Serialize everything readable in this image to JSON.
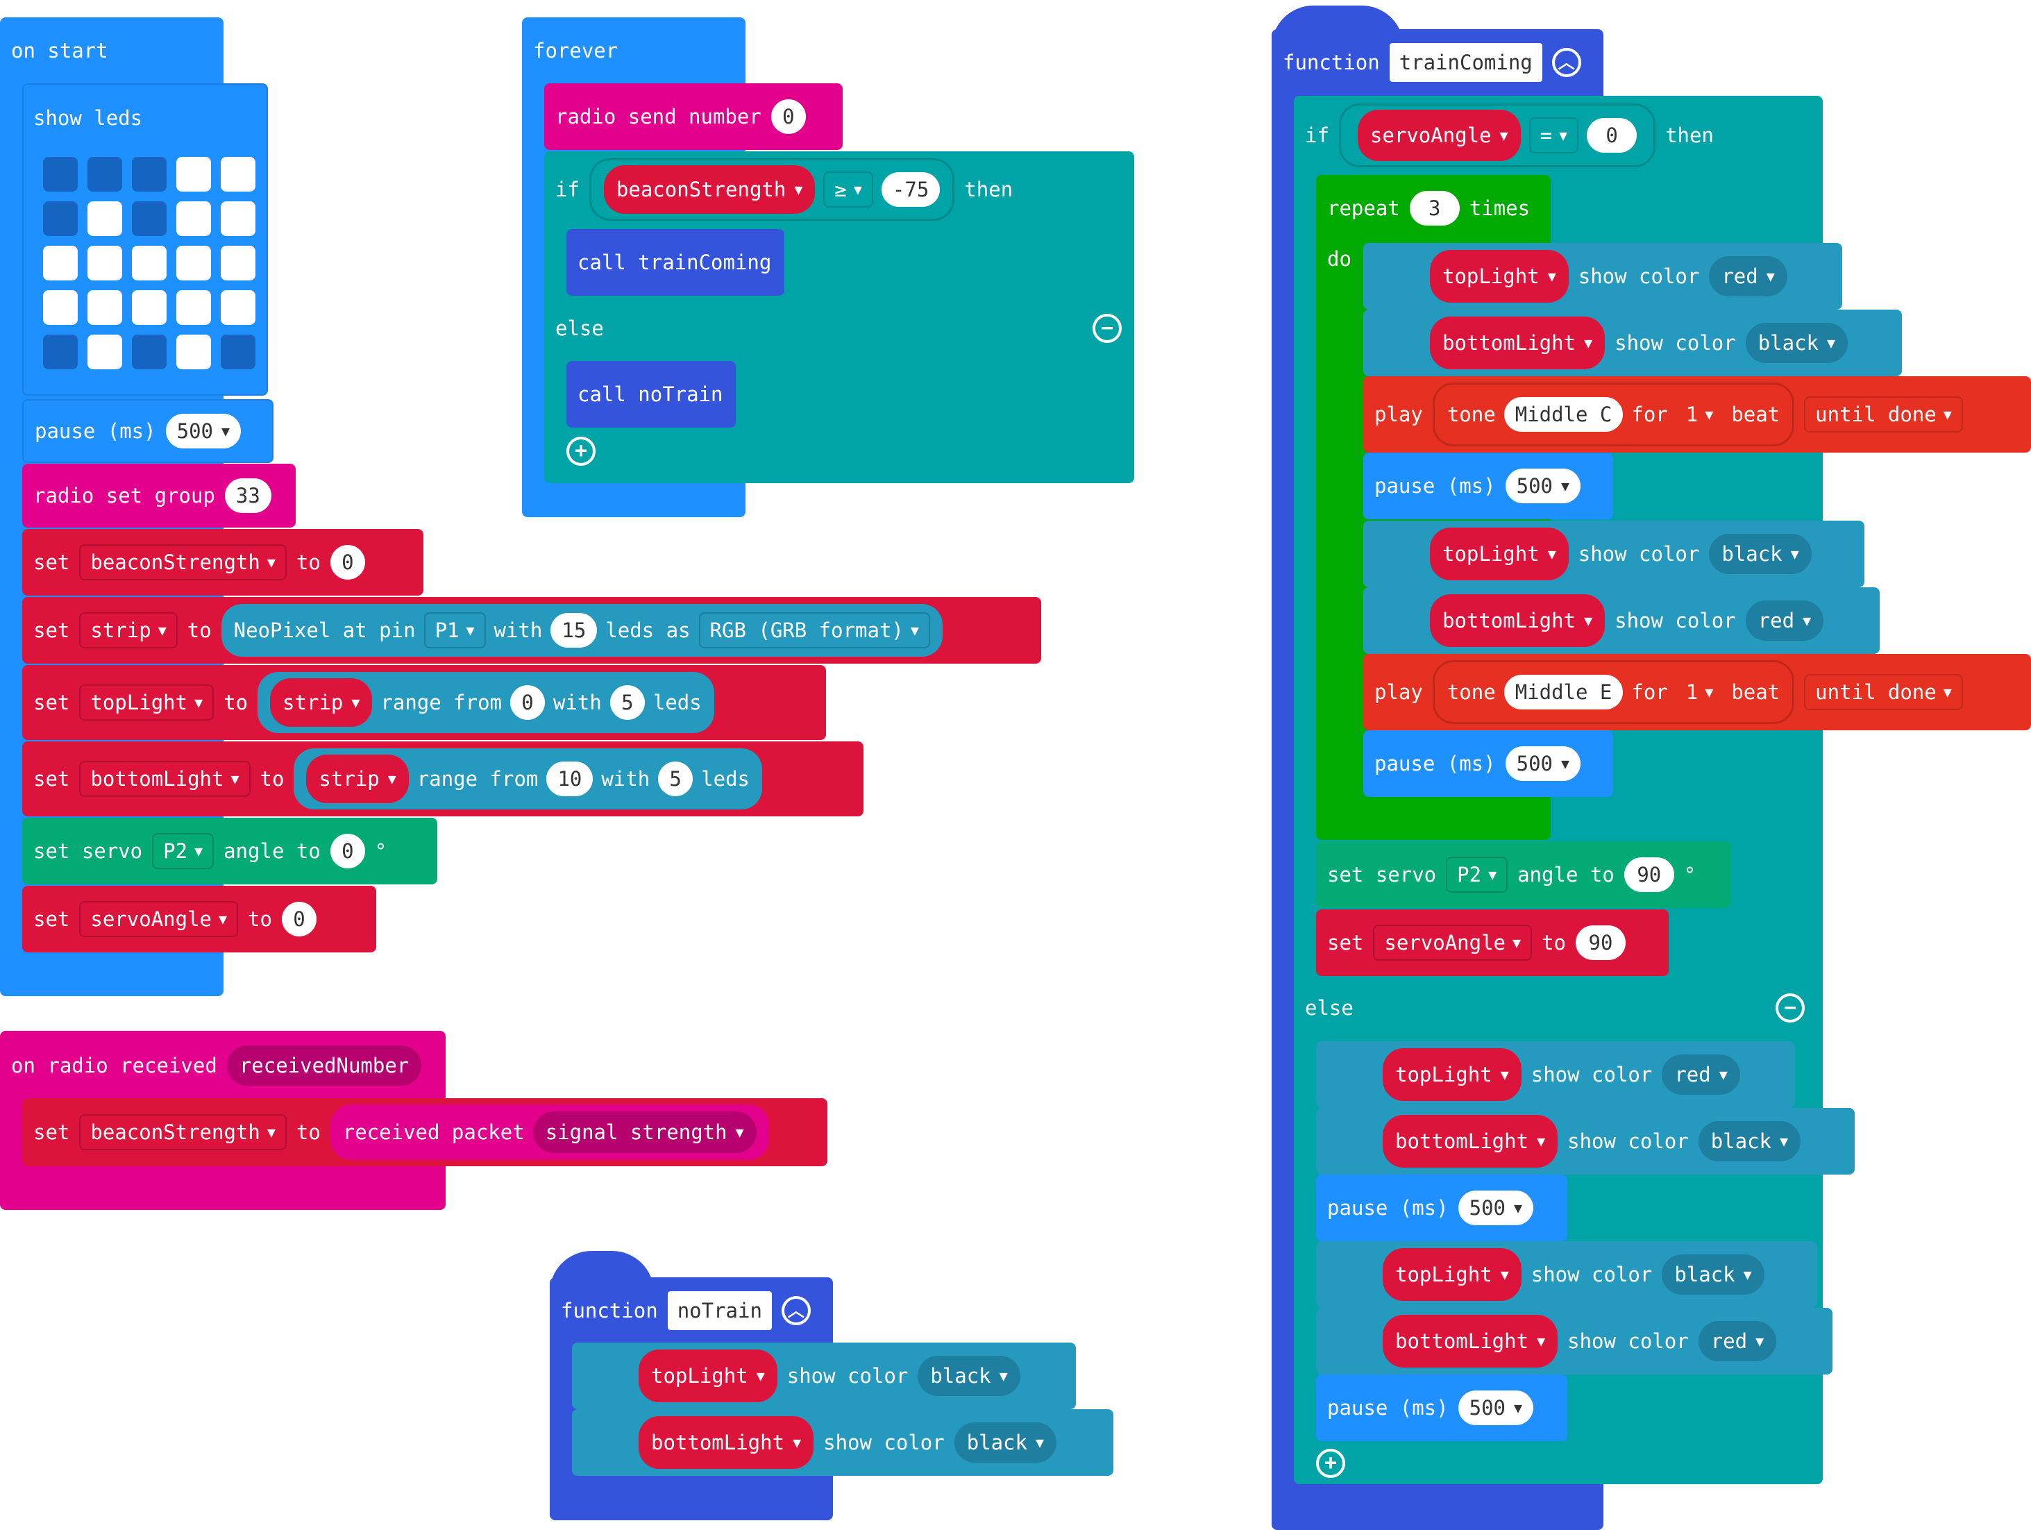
{
  "colors": {
    "basic": "#1E90FF",
    "radio": "#E3008C",
    "variables": "#DC143C",
    "logic": "#00A4A6",
    "loops": "#00AA00",
    "functions": "#3455DB",
    "neopixel": "#2699BF",
    "servo": "#03AA74",
    "music": "#E63022"
  },
  "on_start": {
    "hat": "on start",
    "show_leds": "show leds",
    "leds": [
      [
        0,
        0,
        0,
        1,
        1
      ],
      [
        0,
        1,
        0,
        1,
        1
      ],
      [
        1,
        1,
        1,
        1,
        1
      ],
      [
        1,
        1,
        1,
        1,
        1
      ],
      [
        0,
        1,
        0,
        1,
        0
      ]
    ],
    "pause_label": "pause (ms)",
    "pause_value": "500",
    "radio_set_group": "radio set group",
    "group_value": "33",
    "set1": {
      "set": "set",
      "var": "beaconStrength",
      "to": "to",
      "value": "0"
    },
    "set2": {
      "set": "set",
      "var": "strip",
      "to": "to",
      "neopixel": "NeoPixel at pin",
      "pin": "P1",
      "with": "with",
      "count": "15",
      "leds_as": "leds as",
      "format": "RGB (GRB format)"
    },
    "set3": {
      "set": "set",
      "var": "topLight",
      "to": "to",
      "strip": "strip",
      "range_from": "range from",
      "from": "0",
      "with": "with",
      "count": "5",
      "leds": "leds"
    },
    "set4": {
      "set": "set",
      "var": "bottomLight",
      "to": "to",
      "strip": "strip",
      "range_from": "range from",
      "from": "10",
      "with": "with",
      "count": "5",
      "leds": "leds"
    },
    "servo": {
      "label": "set servo",
      "pin": "P2",
      "angle_to": "angle to",
      "value": "0",
      "deg": "°"
    },
    "set5": {
      "set": "set",
      "var": "servoAngle",
      "to": "to",
      "value": "0"
    }
  },
  "forever": {
    "hat": "forever",
    "radio_send": "radio send number",
    "send_value": "0",
    "if": "if",
    "var": "beaconStrength",
    "op": "≥",
    "compare": "-75",
    "then": "then",
    "call1": "call trainComing",
    "else": "else",
    "call2": "call noTrain"
  },
  "on_radio": {
    "hat": "on radio received",
    "param": "receivedNumber",
    "set": "set",
    "var": "beaconStrength",
    "to": "to",
    "received": "received packet",
    "prop": "signal strength"
  },
  "no_train": {
    "function": "function",
    "name": "noTrain",
    "row1": {
      "light": "topLight",
      "show_color": "show color",
      "color": "black"
    },
    "row2": {
      "light": "bottomLight",
      "show_color": "show color",
      "color": "black"
    }
  },
  "train_coming": {
    "function": "function",
    "name": "trainComing",
    "if": "if",
    "var": "servoAngle",
    "op": "=",
    "compare": "0",
    "then": "then",
    "repeat": "repeat",
    "repeat_count": "3",
    "times": "times",
    "do": "do",
    "show_color": "show color",
    "r1": {
      "light": "topLight",
      "color": "red"
    },
    "r2": {
      "light": "bottomLight",
      "color": "black"
    },
    "play1": {
      "play": "play",
      "tone": "tone",
      "note": "Middle C",
      "for": "for",
      "beat_count": "1",
      "beat": "beat",
      "until": "until done"
    },
    "pause_label": "pause (ms)",
    "pause_value": "500",
    "r3": {
      "light": "topLight",
      "color": "black"
    },
    "r4": {
      "light": "bottomLight",
      "color": "red"
    },
    "play2": {
      "play": "play",
      "tone": "tone",
      "note": "Middle E",
      "for": "for",
      "beat_count": "1",
      "beat": "beat",
      "until": "until done"
    },
    "servo": {
      "label": "set servo",
      "pin": "P2",
      "angle_to": "angle to",
      "value": "90",
      "deg": "°"
    },
    "set": {
      "set": "set",
      "var": "servoAngle",
      "to": "to",
      "value": "90"
    },
    "else": "else",
    "e1": {
      "light": "topLight",
      "color": "red"
    },
    "e2": {
      "light": "bottomLight",
      "color": "black"
    },
    "e3": {
      "light": "topLight",
      "color": "black"
    },
    "e4": {
      "light": "bottomLight",
      "color": "red"
    }
  }
}
